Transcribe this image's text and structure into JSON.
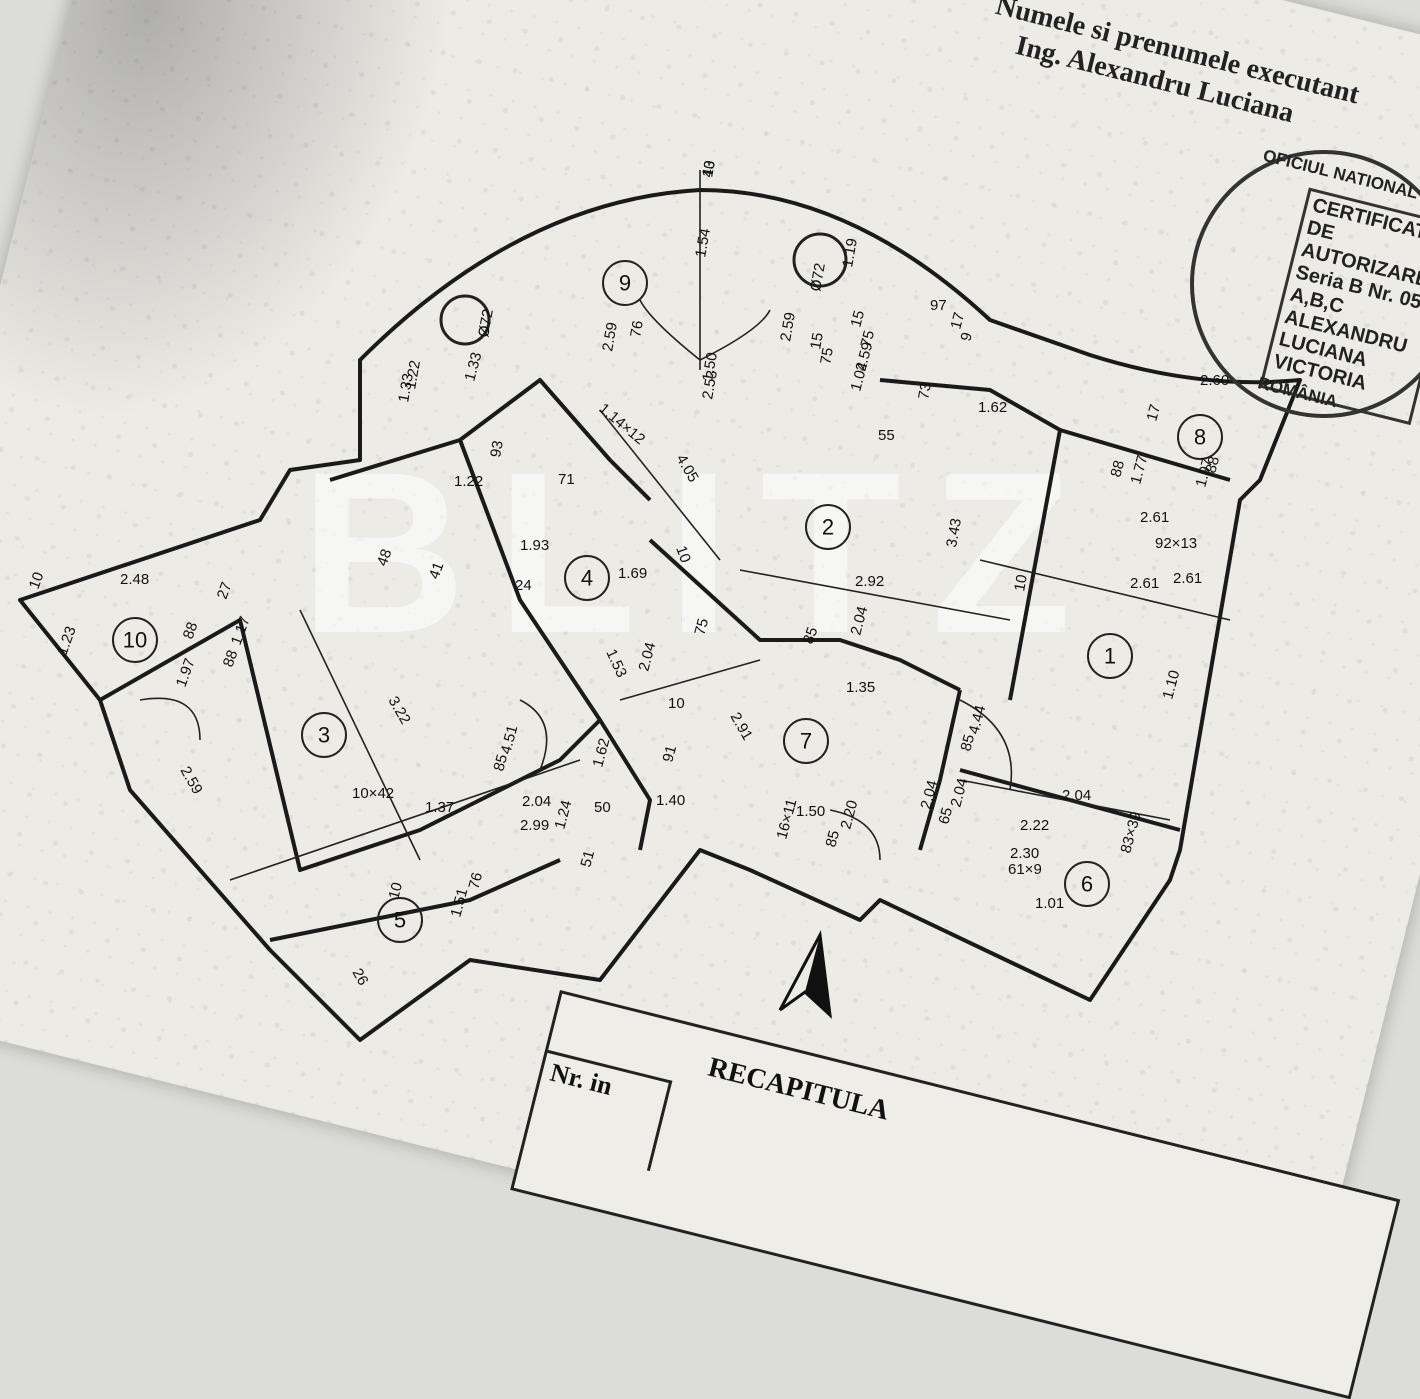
{
  "header": {
    "line1": "Numele si prenumele executant",
    "line2": "Ing. Alexandru Luciana"
  },
  "stamp": {
    "ring_top": "OFICIUL NATIONAL DE CADASTRU",
    "box_lines": [
      "CERTIFICAT",
      "DE",
      "AUTORIZARE",
      "Seria B Nr. 05",
      "A,B,C",
      "ALEXANDRU",
      "LUCIANA",
      "VICTORIA"
    ],
    "ring_bottom": "ROMÂNIA"
  },
  "watermark": "BLITZ",
  "table": {
    "title": "RECAPITULA",
    "first_col": "Nr. in"
  },
  "rooms": [
    {
      "num": "1"
    },
    {
      "num": "2"
    },
    {
      "num": "3"
    },
    {
      "num": "4"
    },
    {
      "num": "5"
    },
    {
      "num": "6"
    },
    {
      "num": "7"
    },
    {
      "num": "8"
    },
    {
      "num": "9"
    },
    {
      "num": "10"
    }
  ],
  "dims": [
    "10",
    "1.54",
    "1.19",
    "Ø72",
    "97",
    "17",
    "9",
    "15",
    "75",
    "2.59",
    "1.50",
    "2.53",
    "2.59",
    "15",
    "75",
    "1.04",
    "76",
    "2.59",
    "Ø72",
    "1.33",
    "1.22",
    "1.33",
    "1.14×12",
    "4.05",
    "73",
    "1.62",
    "55",
    "17",
    "2.60",
    "88",
    "1.97",
    "2.61",
    "92×13",
    "1.77",
    "88",
    "2.61",
    "3.43",
    "10",
    "2.92",
    "2.61",
    "1.93",
    "24",
    "1.69",
    "10",
    "71",
    "93",
    "1.22",
    "2.48",
    "10",
    "1.23",
    "27",
    "88",
    "1.97",
    "48",
    "41",
    "1.17",
    "88",
    "3.22",
    "1.53",
    "75",
    "2.04",
    "85",
    "2.04",
    "10",
    "1.35",
    "2.91",
    "1.10",
    "4.44",
    "85",
    "2.04",
    "2.59",
    "10×42",
    "4.51",
    "85",
    "2.04",
    "1.62",
    "91",
    "1.40",
    "50",
    "1.50",
    "2.20",
    "85",
    "2.04",
    "65",
    "2.04",
    "2.22",
    "2.30",
    "61×9",
    "83×39",
    "1.01",
    "1.37",
    "10",
    "2.99",
    "1.24",
    "51",
    "76",
    "1.51",
    "26",
    "16×11",
    "43"
  ]
}
